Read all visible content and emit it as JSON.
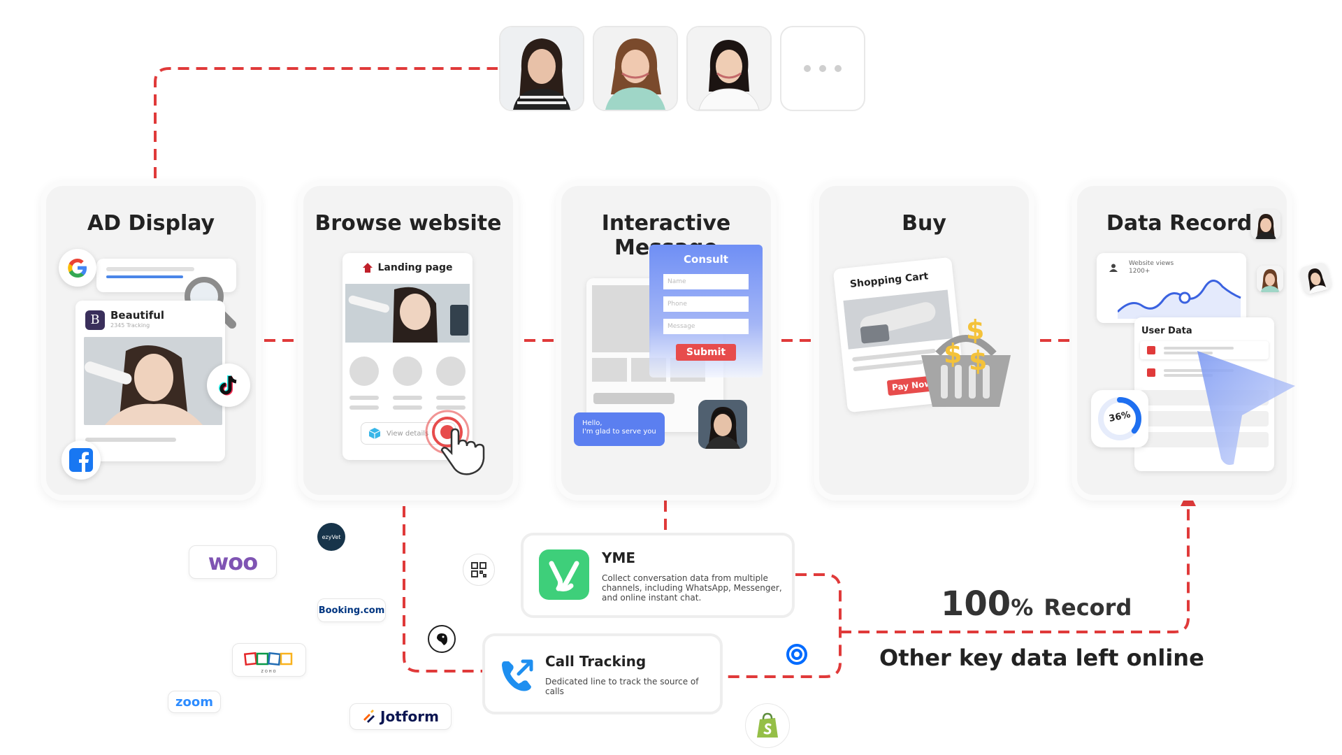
{
  "stages": [
    {
      "id": "ad",
      "title": "AD Display"
    },
    {
      "id": "browse",
      "title": "Browse website"
    },
    {
      "id": "message",
      "title": "Interactive Message"
    },
    {
      "id": "buy",
      "title": "Buy"
    },
    {
      "id": "records",
      "title": "Data Records"
    }
  ],
  "ad_display": {
    "brand_initial": "B",
    "brand_name": "Beautiful",
    "brand_sub": "2345 Tracking"
  },
  "browse": {
    "landing_title": "Landing page",
    "view_label": "View details"
  },
  "message": {
    "form_title": "Consult",
    "fields": [
      "Name",
      "Phone",
      "Message"
    ],
    "submit": "Submit",
    "chat_text": "Hello,\nI'm glad to serve you"
  },
  "buy": {
    "cart_title": "Shopping Cart",
    "pay_label": "Pay Now"
  },
  "records": {
    "views_label": "Website views",
    "views_value": "1200+",
    "user_data_label": "User Data",
    "progress_percent": 36,
    "progress_text": "36%"
  },
  "yme": {
    "title": "YME",
    "desc": "Collect conversation data from multiple channels, including WhatsApp, Messenger, and online instant chat."
  },
  "call": {
    "title": "Call Tracking",
    "desc": "Dedicated line to track the source of calls"
  },
  "record": {
    "big": "100",
    "pct": "%",
    "word": "Record",
    "subtitle": "Other key data left online"
  },
  "integrations": {
    "woo": "woo",
    "ezyvet": "ezyVet",
    "booking": "Booking.com",
    "zoho": "ZOHO",
    "zoom": "zoom",
    "jotform": "Jotform"
  },
  "colors": {
    "dash": "#e03a3a",
    "green": "#3ecf7a",
    "blue": "#1e6ff0",
    "brand_red": "#e74c4c"
  }
}
